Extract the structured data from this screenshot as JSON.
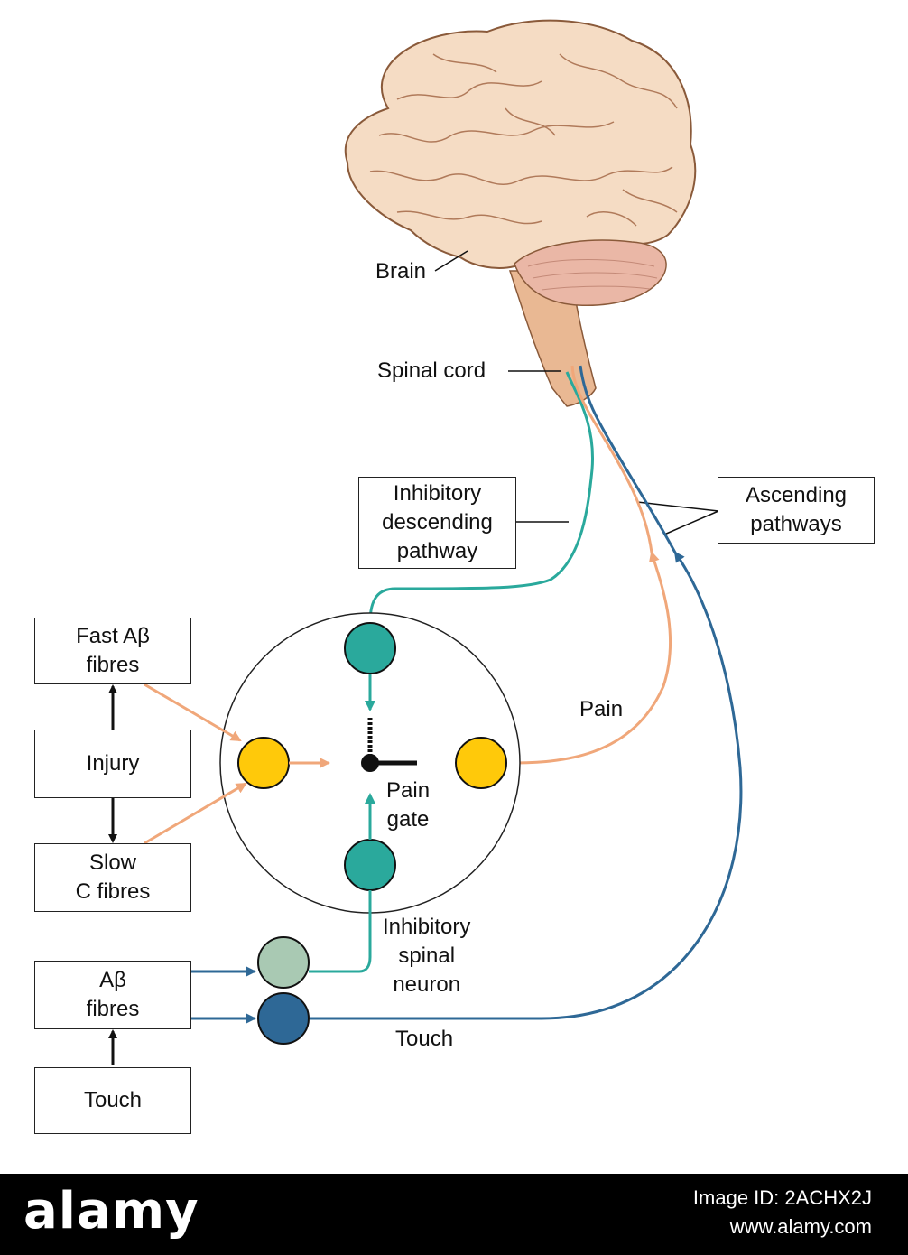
{
  "labels": {
    "brain": "Brain",
    "spinal_cord": "Spinal cord",
    "pain": "Pain",
    "pain_gate": [
      "Pain",
      "gate"
    ],
    "inhibitory_spinal_neuron": [
      "Inhibitory",
      "spinal",
      "neuron"
    ],
    "touch": "Touch"
  },
  "boxes": {
    "inhibitory_descending": [
      "Inhibitory",
      "descending",
      "pathway"
    ],
    "ascending": [
      "Ascending",
      "pathways"
    ],
    "fast_fibres": [
      "Fast Aβ",
      "fibres"
    ],
    "injury": [
      "Injury"
    ],
    "slow_fibres": [
      "Slow",
      "C fibres"
    ],
    "ab_fibres": [
      "Aβ",
      "fibres"
    ],
    "touch": [
      "Touch"
    ]
  },
  "colors": {
    "teal": "#2aa99c",
    "orange": "#f0a77a",
    "blue": "#2e6896",
    "yellow": "#ffc90a",
    "pale_green": "#a9c9b3",
    "brain_fill": "#f5dcc4",
    "brainstem": "#e9b893"
  },
  "footer": {
    "logo": "alamy",
    "image_id": "Image ID: 2ACHX2J",
    "url": "www.alamy.com"
  }
}
